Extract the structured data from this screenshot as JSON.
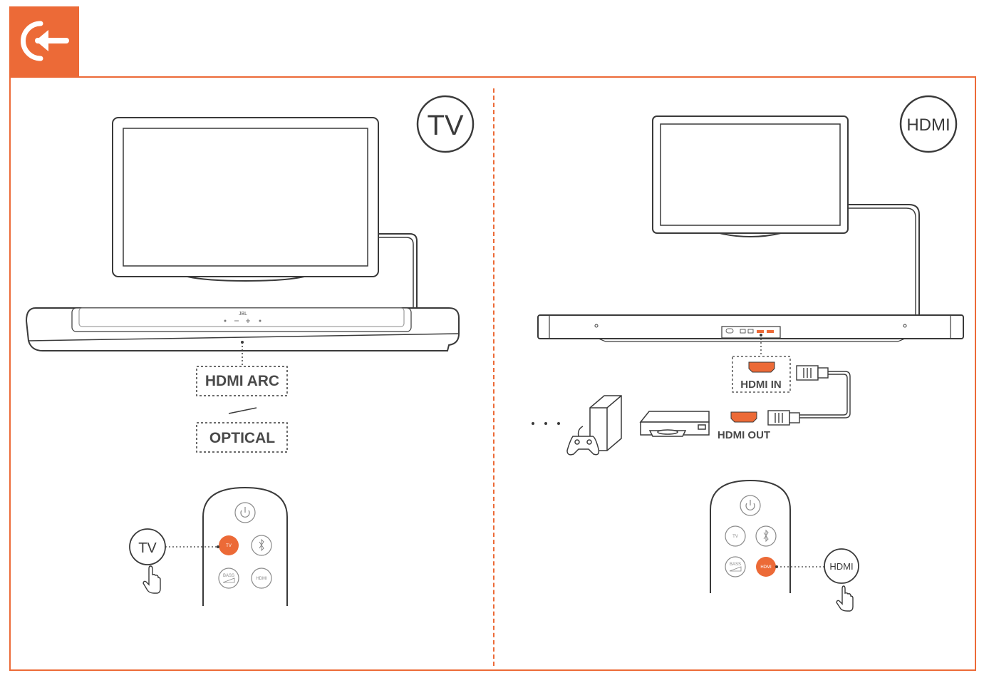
{
  "colors": {
    "accent": "#ec6a37",
    "line": "#3a3a3a",
    "muted": "#8a8a8a"
  },
  "header": {
    "back_icon": "back-arrow-icon"
  },
  "left_panel": {
    "source_badge": "TV",
    "soundbar_brand": "JBL",
    "input_labels": [
      "HDMI ARC",
      "OPTICAL"
    ],
    "remote_callout": "TV",
    "remote_buttons": {
      "tv": "TV",
      "bass": "BASS",
      "hdmi": "HDMI"
    }
  },
  "right_panel": {
    "source_badge": "HDMI",
    "port_hdmi_in": "HDMI IN",
    "port_hdmi_out": "HDMI OUT",
    "remote_callout": "HDMI",
    "remote_buttons": {
      "tv": "TV",
      "bass": "BASS",
      "hdmi": "HDMI"
    }
  }
}
